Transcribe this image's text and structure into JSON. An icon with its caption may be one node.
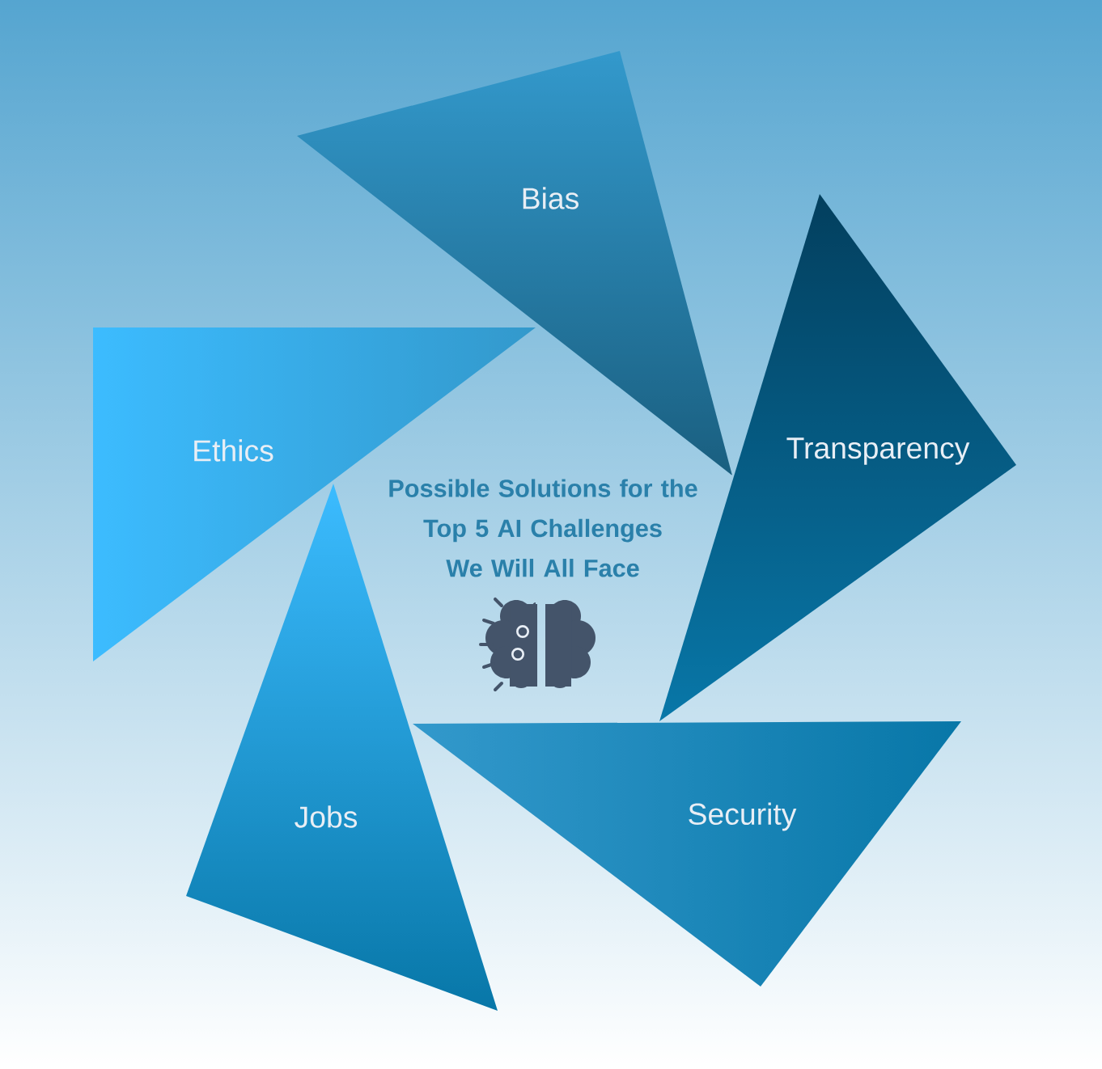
{
  "diagram": {
    "title": "Possible Solutions for the Top 5 AI Challenges We Will All Face",
    "nodes": [
      {
        "text": [
          "Bias"
        ]
      },
      {
        "text": [
          "Ethics"
        ]
      },
      {
        "text": [
          "Transparency"
        ]
      },
      {
        "text": [
          "Jobs"
        ]
      },
      {
        "text": [
          "Security"
        ]
      }
    ]
  }
}
